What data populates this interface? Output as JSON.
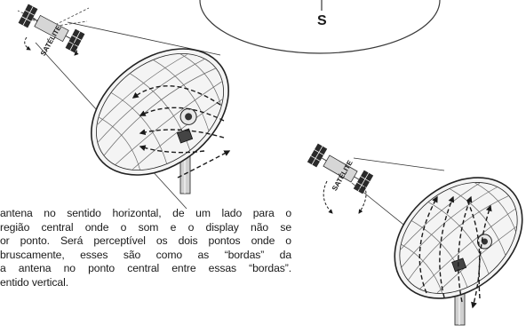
{
  "compass": {
    "south_label": "S"
  },
  "satellites": [
    {
      "label": "SATÉLITE"
    },
    {
      "label": "SATÉLITE"
    }
  ],
  "paragraph": {
    "lines": [
      "antena no sentido horizontal, de um lado para o",
      "região central onde o som e o display não se",
      "or ponto. Será perceptível os dois pontos onde o",
      "bruscamente, esses são como as “bordas” da",
      "a antena no ponto central entre essas “bordas”.",
      "entido vertical."
    ]
  }
}
